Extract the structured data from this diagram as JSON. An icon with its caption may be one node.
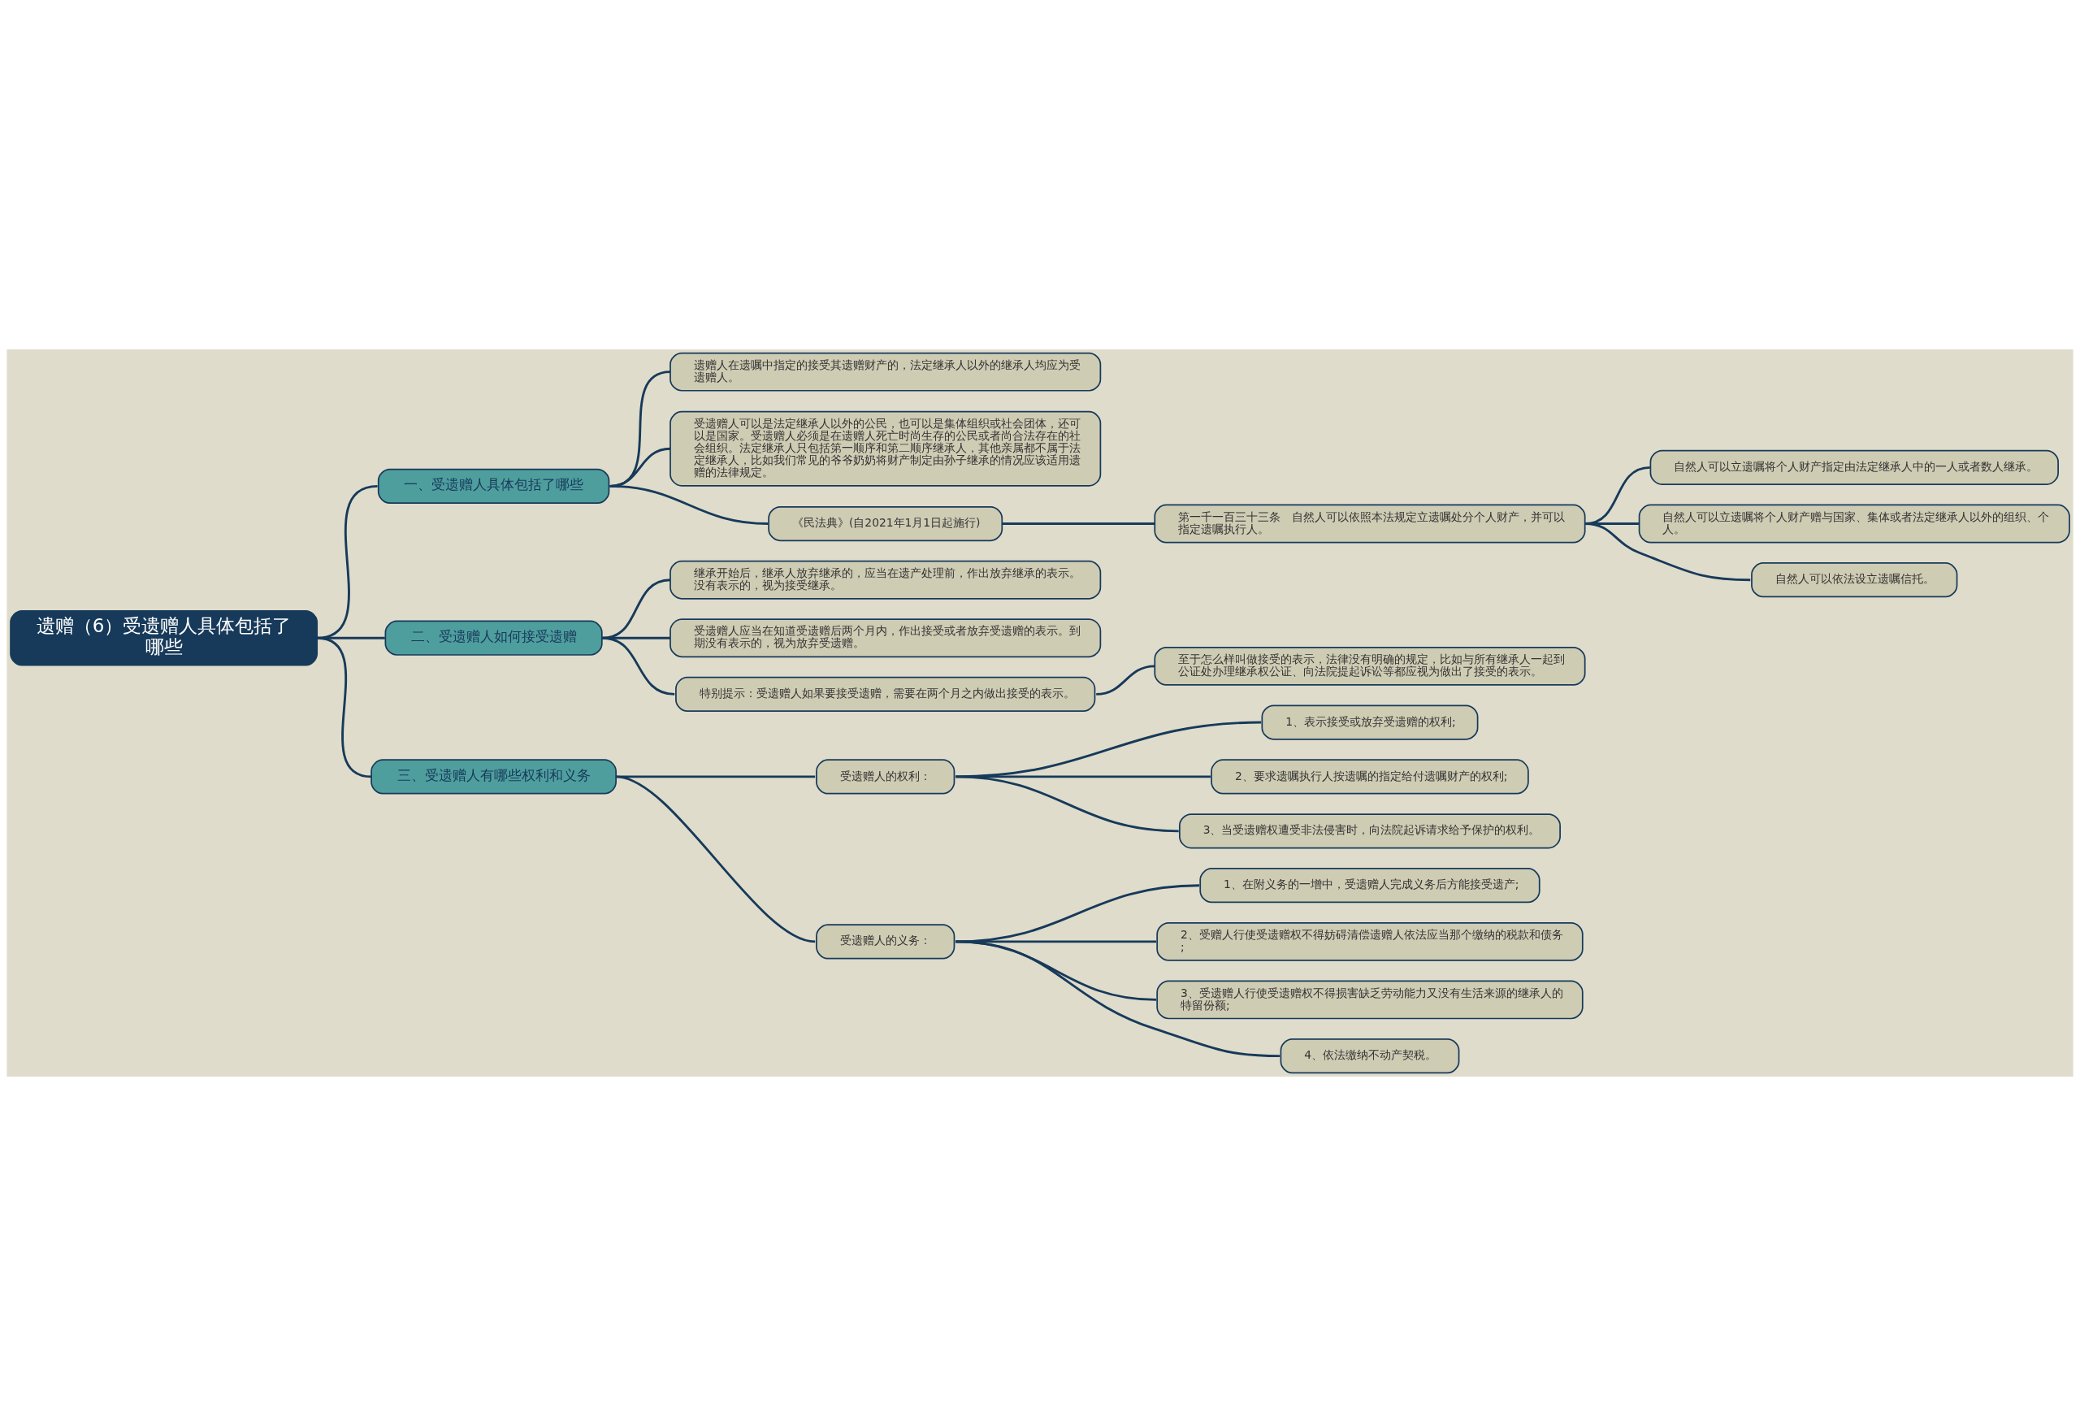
{
  "diagram": {
    "nodes": [
      {
        "text": [
          "遗赠（6）受遗赠人具体包括了哪些"
        ]
      },
      {
        "text": [
          "一、受遗赠人具体包括了哪些"
        ]
      },
      {
        "text": [
          "遗赠人在遗嘱中指定的接受其遗赠财产的，法定继承人以外的继承人均应为受遗赠人。"
        ]
      },
      {
        "text": [
          "受遗赠人可以是法定继承人以外的公民，也可以是集体组织或社会团体，还可以是国家。受遗赠人必须是在遗赠人死亡时尚生存的公民或者尚合法存在的社会组织。法定继承人只包括第一顺序和第二顺序继承人，其他亲属都不属于法定继承人，比如我们常见的爷爷奶奶将财产制定由孙子继承的情况应该适用遗赠的法律规定。"
        ]
      },
      {
        "text": [
          "《民法典》(自2021年1月1日起施行)"
        ]
      },
      {
        "text": [
          "第一千一百三十三条　自然人可以依照本法规定立遗嘱处分个人财产，并可以指定遗嘱执行人。"
        ]
      },
      {
        "text": [
          "自然人可以立遗嘱将个人财产指定由法定继承人中的一人或者数人继承。"
        ]
      },
      {
        "text": [
          "自然人可以立遗嘱将个人财产赠与国家、集体或者法定继承人以外的组织、个人。"
        ]
      },
      {
        "text": [
          "自然人可以依法设立遗嘱信托。"
        ]
      },
      {
        "text": [
          "二、受遗赠人如何接受遗赠"
        ]
      },
      {
        "text": [
          "继承开始后，继承人放弃继承的，应当在遗产处理前，作出放弃继承的表示。没有表示的，视为接受继承。"
        ]
      },
      {
        "text": [
          "受遗赠人应当在知道受遗赠后两个月内，作出接受或者放弃受遗赠的表示。到期没有表示的，视为放弃受遗赠。"
        ]
      },
      {
        "text": [
          "特别提示：受遗赠人如果要接受遗赠，需要在两个月之内做出接受的表示。"
        ]
      },
      {
        "text": [
          "至于怎么样叫做接受的表示，法律没有明确的规定，比如与所有继承人一起到公证处办理继承权公证、向法院提起诉讼等都应视为做出了接受的表示。"
        ]
      },
      {
        "text": [
          "三、受遗赠人有哪些权利和义务"
        ]
      },
      {
        "text": [
          "受遗赠人的权利："
        ]
      },
      {
        "text": [
          "1、表示接受或放弃受遗赠的权利;"
        ]
      },
      {
        "text": [
          "2、要求遗嘱执行人按遗嘱的指定给付遗嘱财产的权利;"
        ]
      },
      {
        "text": [
          "3、当受遗赠权遭受非法侵害时，向法院起诉请求给予保护的权利。"
        ]
      },
      {
        "text": [
          "受遗赠人的义务："
        ]
      },
      {
        "text": [
          "1、在附义务的一增中，受遗赠人完成义务后方能接受遗产;"
        ]
      },
      {
        "text": [
          "2、受赠人行使受遗赠权不得妨碍清偿遗赠人依法应当那个缴纳的税款和债务;"
        ]
      },
      {
        "text": [
          "3、受遗赠人行使受遗赠权不得损害缺乏劳动能力又没有生活来源的继承人的特留份额;"
        ]
      },
      {
        "text": [
          "4、依法缴纳不动产契税。"
        ]
      }
    ],
    "edges": [
      {
        "from": 0,
        "to": 1,
        "arrow": "none"
      },
      {
        "from": 1,
        "to": 2,
        "arrow": "none"
      },
      {
        "from": 1,
        "to": 3,
        "arrow": "none"
      },
      {
        "from": 1,
        "to": 4,
        "arrow": "none"
      },
      {
        "from": 4,
        "to": 5,
        "arrow": "none"
      },
      {
        "from": 5,
        "to": 6,
        "arrow": "none"
      },
      {
        "from": 5,
        "to": 7,
        "arrow": "none"
      },
      {
        "from": 5,
        "to": 8,
        "arrow": "none"
      },
      {
        "from": 0,
        "to": 9,
        "arrow": "none"
      },
      {
        "from": 9,
        "to": 10,
        "arrow": "none"
      },
      {
        "from": 9,
        "to": 11,
        "arrow": "none"
      },
      {
        "from": 9,
        "to": 12,
        "arrow": "none"
      },
      {
        "from": 12,
        "to": 13,
        "arrow": "none"
      },
      {
        "from": 0,
        "to": 14,
        "arrow": "none"
      },
      {
        "from": 14,
        "to": 15,
        "arrow": "none"
      },
      {
        "from": 15,
        "to": 16,
        "arrow": "none"
      },
      {
        "from": 15,
        "to": 17,
        "arrow": "none"
      },
      {
        "from": 15,
        "to": 18,
        "arrow": "none"
      },
      {
        "from": 14,
        "to": 19,
        "arrow": "none"
      },
      {
        "from": 19,
        "to": 20,
        "arrow": "none"
      },
      {
        "from": 19,
        "to": 21,
        "arrow": "none"
      },
      {
        "from": 19,
        "to": 22,
        "arrow": "none"
      },
      {
        "from": 19,
        "to": 23,
        "arrow": "none"
      }
    ]
  }
}
